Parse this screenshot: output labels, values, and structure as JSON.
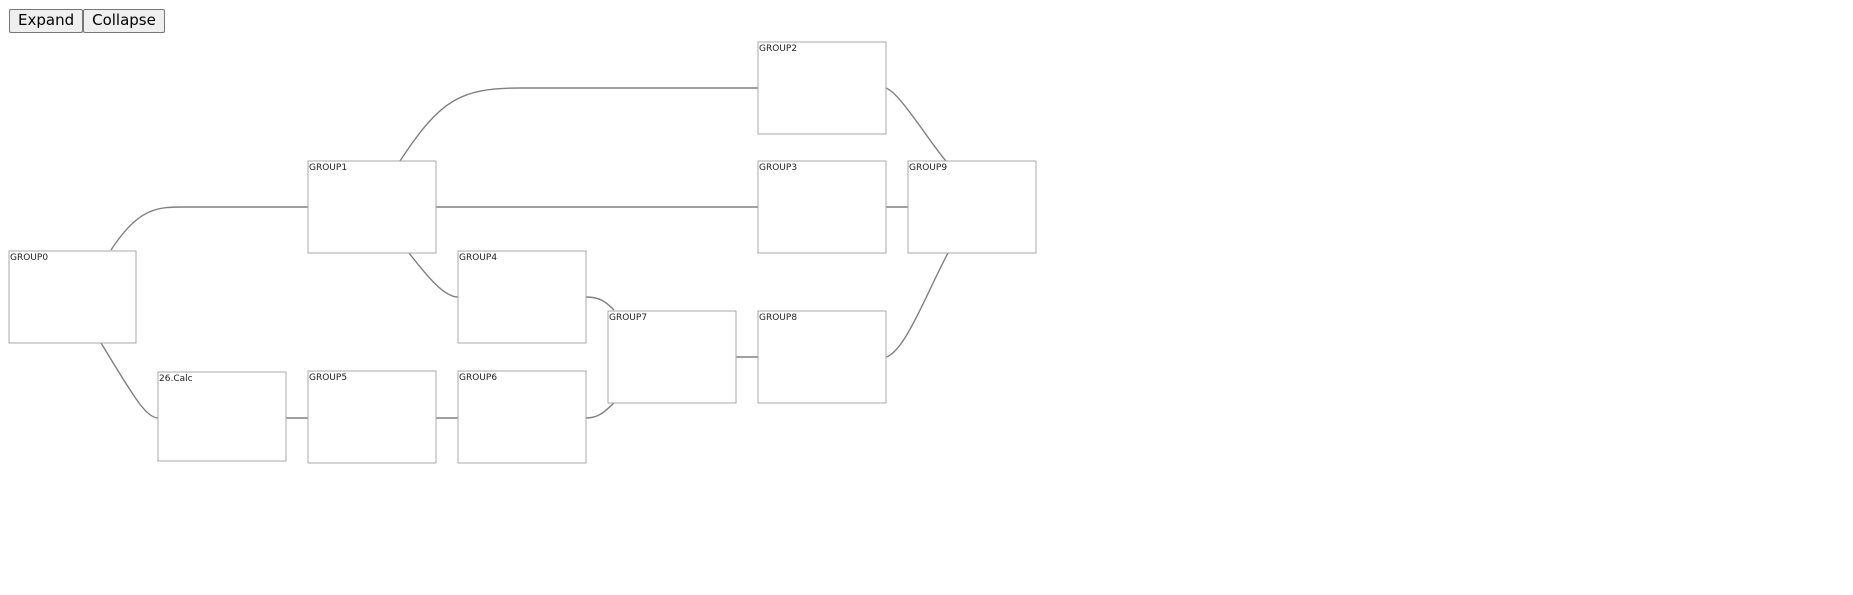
{
  "toolbar": {
    "expand_label": "Expand",
    "collapse_label": "Collapse"
  },
  "nodes": {
    "group0": "GROUP0",
    "group1": "GROUP1",
    "group2": "GROUP2",
    "group3": "GROUP3",
    "group4": "GROUP4",
    "calc": "26.Calc",
    "group5": "GROUP5",
    "group6": "GROUP6",
    "group7": "GROUP7",
    "group8": "GROUP8",
    "group9": "GROUP9"
  },
  "colors": {
    "node_border": "#a9a9a9",
    "edge": "#808080"
  }
}
